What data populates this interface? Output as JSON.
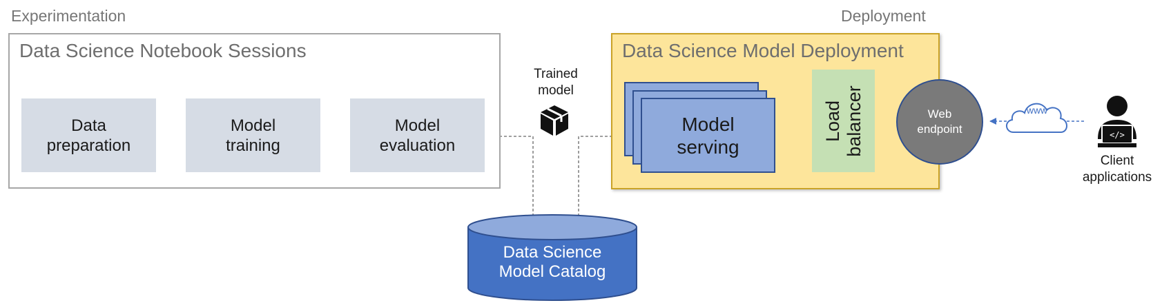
{
  "sections": {
    "experimentation": "Experimentation",
    "deployment": "Deployment"
  },
  "notebook": {
    "title": "Data Science Notebook Sessions",
    "steps": [
      {
        "line1": "Data",
        "line2": "preparation"
      },
      {
        "line1": "Model",
        "line2": "training"
      },
      {
        "line1": "Model",
        "line2": "evaluation"
      }
    ]
  },
  "trained_model": {
    "line1": "Trained",
    "line2": "model",
    "icon": "package-box-icon"
  },
  "catalog": {
    "line1": "Data Science",
    "line2": "Model Catalog"
  },
  "deployment": {
    "title": "Data Science Model Deployment",
    "serving": {
      "line1": "Model",
      "line2": "serving"
    },
    "load_balancer": {
      "line1": "Load",
      "line2": "balancer"
    },
    "web_endpoint": {
      "line1": "Web",
      "line2": "endpoint"
    }
  },
  "internet": {
    "label": "www",
    "icon": "cloud-icon"
  },
  "client": {
    "line1": "Client",
    "line2": "applications",
    "icon": "developer-person-icon"
  },
  "colors": {
    "step_fill": "#d6dce5",
    "deployment_fill": "#fde59b",
    "deployment_border": "#c9a227",
    "serving_fill": "#8faadc",
    "load_balancer_fill": "#c5e0b4",
    "catalog_fill": "#4472c4",
    "endpoint_fill": "#7a7a7a",
    "connector_blue": "#4472c4",
    "connector_gray": "#7f7f7f"
  }
}
